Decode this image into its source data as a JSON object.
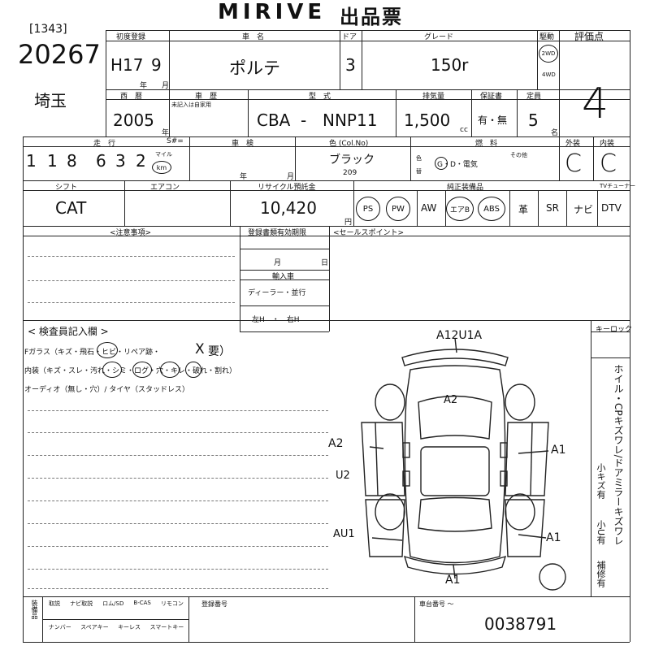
{
  "header": {
    "brand": "MIRIVE",
    "title_suffix": "出品票"
  },
  "lot": {
    "bracket_no": "[1343]",
    "number": "20267",
    "region": "埼玉"
  },
  "labels": {
    "first_reg": "初度登録",
    "car_name": "車　名",
    "doors": "ドア",
    "grade": "グレード",
    "drive": "駆動",
    "score": "評価点",
    "year_western": "西　暦",
    "history": "車　歴",
    "history_note": "未記入は自家用",
    "model": "型　式",
    "displacement": "排気量",
    "warranty": "保証書",
    "capacity": "定員",
    "mileage": "走　行",
    "s_hash": "S#=",
    "inspection": "車　検",
    "color": "色 (Col.No)",
    "fuel": "燃　料",
    "exterior": "外装",
    "interior": "内装",
    "shift": "シフト",
    "aircon": "エアコン",
    "recycle": "リサイクル預託金",
    "equipment": "純正装備品",
    "tuner": "TVチューナー",
    "notes": "<注意事項>",
    "reg_doc": "登録書類有効期限",
    "sales_point": "<セールスポイント>",
    "import_car": "輸入車",
    "dealer": "ディーラー・並行",
    "inspector": "< 検査員記入欄 >",
    "keylock": "キーロック",
    "month": "月",
    "day": "日",
    "year_mark": "年",
    "month_mark": "月",
    "cc": "cc",
    "person": "名",
    "yen": "円",
    "mile": "マイル",
    "km": "km",
    "tint": "色",
    "change": "替",
    "handle_note": "左H　・　右H"
  },
  "vehicle": {
    "era": "H17",
    "month": "9",
    "name": "ポルテ",
    "doors": "3",
    "grade": "150r",
    "drive_2wd": "2WD",
    "drive_4wd": "4WD",
    "year": "2005",
    "model_prefix": "CBA",
    "model_dash": "-",
    "model_code": "NNP11",
    "displacement": "1,500",
    "warranty": "有・無",
    "capacity": "5",
    "mileage_digits": [
      "1",
      "1",
      "8",
      "6",
      "3",
      "2"
    ],
    "color": "ブラック",
    "color_no": "209",
    "fuel": "G・D・電気",
    "fuel_other": "その他",
    "score": "4",
    "exterior_grade": "C",
    "interior_grade": "C",
    "shift": "CAT",
    "recycle_fee": "10,420"
  },
  "equipment": [
    {
      "label": "PS",
      "circled": true
    },
    {
      "label": "PW",
      "circled": true
    },
    {
      "label": "AW",
      "circled": false
    },
    {
      "label": "エアB",
      "circled": true
    },
    {
      "label": "ABS",
      "circled": true
    },
    {
      "label": "革",
      "circled": false
    },
    {
      "label": "SR",
      "circled": false
    },
    {
      "label": "ナビ",
      "circled": false
    },
    {
      "label": "DTV",
      "circled": false
    }
  ],
  "inspector": {
    "line1": "Fガラス（キズ・飛石・ヒビ・リペア跡・",
    "line1_mark": "X",
    "line1_end": "要）",
    "line2": "内装（キズ・スレ・汚れ・シミ・ログ・穴・キレ・破れ・割れ）",
    "line3": "オーディオ（無し・穴）/ タイヤ（スタッドレス）"
  },
  "side_text": {
    "line1": "ホイル・CPキズワレ/ドアミラーキズワレ",
    "line2": "小キズ有",
    "line3": "小U有",
    "line4": "補修有"
  },
  "damage_marks": {
    "top": "A12U1A",
    "roof": "A2",
    "left_mid": "A2",
    "left_low": "U2",
    "left_rear": "AU1",
    "right_mid": "A1",
    "right_rear": "A1",
    "bottom": "A1"
  },
  "bottom": {
    "col_label": "装備品",
    "items_row1": [
      "取説",
      "ナビ取説",
      "ロム/SD",
      "B-CAS",
      "リモコン"
    ],
    "items_row2": [
      "ナンバー",
      "スペアキー",
      "キーレス",
      "スマートキー"
    ],
    "reg_no_label": "登録番号",
    "chassis_label": "車台番号 ～",
    "chassis_no": "0038791"
  }
}
